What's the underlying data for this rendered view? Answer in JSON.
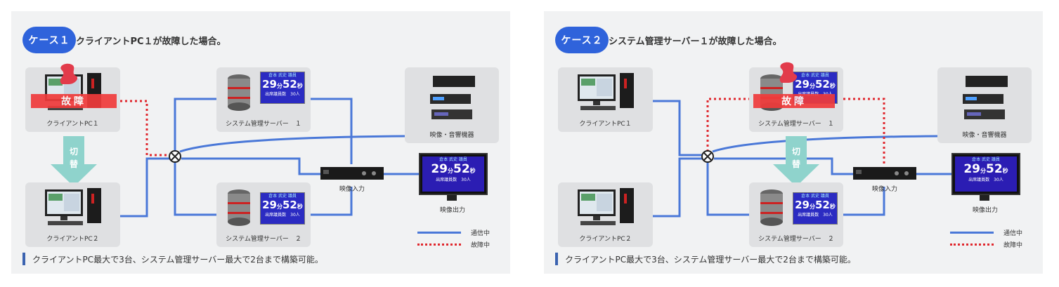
{
  "panels": [
    {
      "case_label": "ケース１",
      "title": "クライアントPC１が故障した場合。",
      "client1_label": "クライアントPC１",
      "client2_label": "クライアントPC２",
      "server1_label": "システム管理サーバー　１",
      "server2_label": "システム管理サーバー　２",
      "av_label": "映像・音響機器",
      "input_label": "映像入力",
      "output_label": "映像出力",
      "fault_label": "故障",
      "switch_label_1": "切",
      "switch_label_2": "替",
      "screen_name": "倉本 武史 議員",
      "screen_min": "29",
      "screen_min_unit": "分",
      "screen_sec": "52",
      "screen_sec_unit": "秒",
      "screen_count": "出席議員数　30人",
      "legend_active": "通信中",
      "legend_fault": "故障中",
      "footer": "クライアントPC最大で3台、システム管理サーバー最大で2台まで構築可能。"
    },
    {
      "case_label": "ケース２",
      "title": "システム管理サーバー１が故障した場合。",
      "client1_label": "クライアントPC１",
      "client2_label": "クライアントPC２",
      "server1_label": "システム管理サーバー　１",
      "server2_label": "システム管理サーバー　２",
      "av_label": "映像・音響機器",
      "input_label": "映像入力",
      "output_label": "映像出力",
      "fault_label": "故障",
      "switch_label_1": "切",
      "switch_label_2": "替",
      "screen_name": "倉本 武史 議員",
      "screen_min": "29",
      "screen_min_unit": "分",
      "screen_sec": "52",
      "screen_sec_unit": "秒",
      "screen_count": "出席議員数　30人",
      "legend_active": "通信中",
      "legend_fault": "故障中",
      "footer": "クライアントPC最大で3台、システム管理サーバー最大で2台まで構築可能。"
    }
  ],
  "colors": {
    "active": "#4a78d8",
    "fault": "#e0272d",
    "badge": "#2f63db",
    "switch_arrow": "#8fd3cc"
  }
}
